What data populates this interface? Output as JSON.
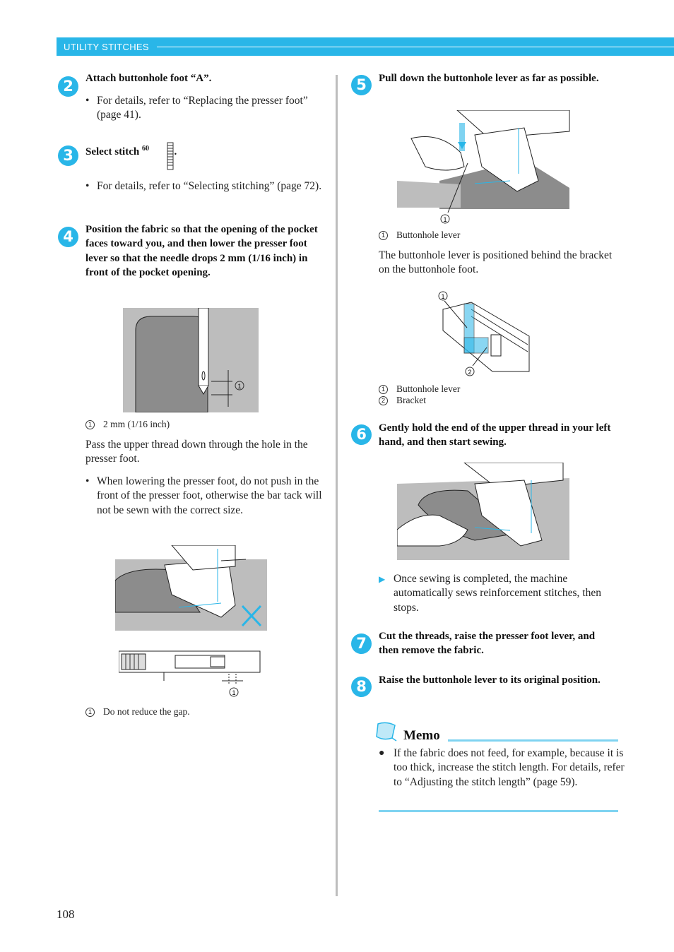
{
  "header": {
    "section": "UTILITY STITCHES"
  },
  "page_number": "108",
  "steps": {
    "s2": {
      "num": "2",
      "title": "Attach buttonhole foot “A”.",
      "bullet": "For details, refer to “Replacing the presser foot” (page 41)."
    },
    "s3": {
      "num": "3",
      "title": "Select stitch",
      "stitch": "60",
      "period": ".",
      "bullet": "For details, refer to “Selecting stitching” (page 72)."
    },
    "s4": {
      "num": "4",
      "title": "Position the fabric so that the opening of the pocket faces toward you, and then lower the presser foot lever so that the needle drops 2 mm (1/16 inch) in front of the pocket opening.",
      "caption1": "2 mm (1/16 inch)",
      "body": "Pass the upper thread down through the hole in the presser foot.",
      "bullet": "When lowering the presser foot, do not push in the front of the presser foot, otherwise the bar tack will not be sewn with the correct size.",
      "caption2": "Do not reduce the gap."
    },
    "s5": {
      "num": "5",
      "title": "Pull down the buttonhole lever as far as possible.",
      "caption1": "Buttonhole lever",
      "body": "The buttonhole lever is positioned behind the bracket on the buttonhole foot.",
      "caption2a": "Buttonhole lever",
      "caption2b": "Bracket"
    },
    "s6": {
      "num": "6",
      "title": "Gently hold the end of the upper thread in your left hand, and then start sewing.",
      "result": "Once sewing is completed, the machine automatically sews reinforcement stitches, then stops."
    },
    "s7": {
      "num": "7",
      "title": "Cut the threads, raise the presser foot lever, and then remove the fabric."
    },
    "s8": {
      "num": "8",
      "title": "Raise the buttonhole lever to its original position."
    }
  },
  "memo": {
    "title": "Memo",
    "text": "If the fabric does not feed, for example, because it is too thick, increase the stitch length. For details, refer to “Adjusting the stitch length” (page 59)."
  },
  "callouts": {
    "one": "1",
    "two": "2"
  },
  "colors": {
    "accent": "#29b6e8",
    "gray_fabric": "#8c8c8c",
    "light_gray": "#bdbdbd"
  },
  "icons": {
    "bullet": "•",
    "arrow": "▶",
    "memo_dot": "●",
    "memo_icon": "note-icon"
  }
}
